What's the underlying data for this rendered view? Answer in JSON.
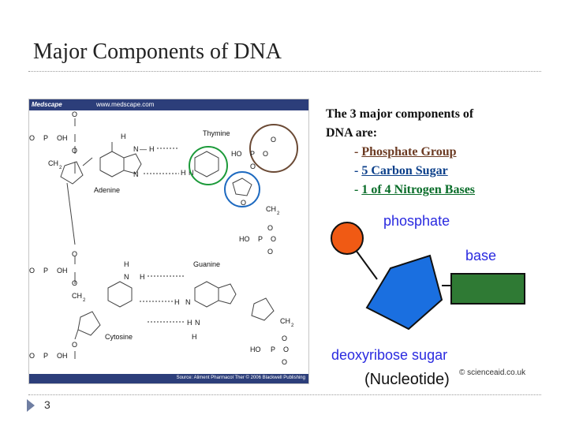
{
  "slide": {
    "title": "Major Components of DNA",
    "page_number": "3"
  },
  "left_figure": {
    "brand": "Medscape",
    "url": "www.medscape.com",
    "source": "Source: Aliment Pharmacol Ther © 2006 Blackwell Publishing",
    "labels": {
      "thymine": "Thymine",
      "adenine": "Adenine",
      "guanine": "Guanine",
      "cytosine": "Cytosine",
      "oh": "OH",
      "ho": "HO",
      "o": "O",
      "p": "P",
      "n": "N",
      "h": "H",
      "ch2": "CH",
      "two": "2"
    },
    "circle_colors": {
      "phosphate": "#6b4a35",
      "base": "#1c9a3a",
      "sugar": "#1e6ac0"
    }
  },
  "text_block": {
    "intro_line1": "The 3 major components of",
    "intro_line2": "DNA are:",
    "items": [
      {
        "prefix": "- ",
        "label": "Phosphate Group"
      },
      {
        "prefix": "- ",
        "label": "5 Carbon Sugar"
      },
      {
        "prefix": "- ",
        "label": "1 of 4 Nitrogen Bases"
      }
    ]
  },
  "nucleotide": {
    "phosphate_label": "phosphate",
    "base_label": "base",
    "sugar_label": "deoxyribose sugar",
    "caption": "(Nucleotide)",
    "copyright": "© scienceaid.co.uk",
    "colors": {
      "phosphate": "#f05a14",
      "sugar": "#1a6fe0",
      "base": "#2f7a34",
      "label": "#2a2ae0"
    }
  }
}
